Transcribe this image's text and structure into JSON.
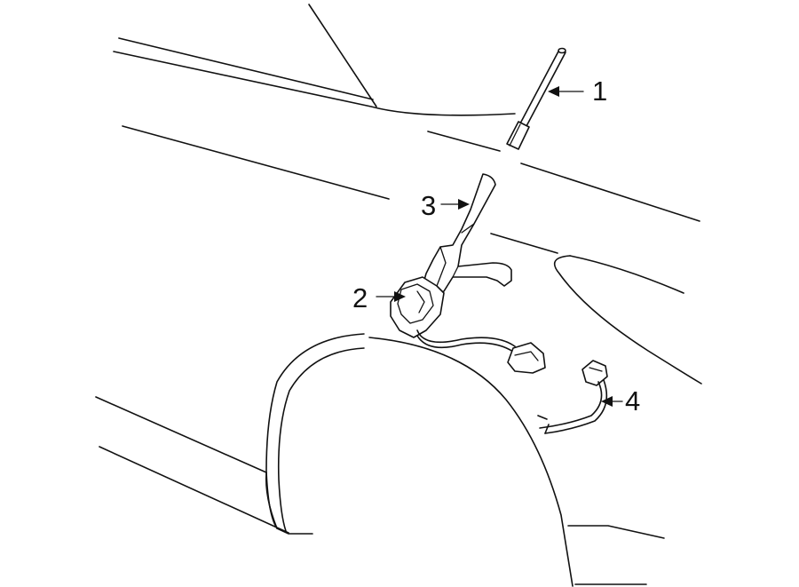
{
  "callouts": [
    {
      "id": "1",
      "label": "1",
      "part": "antenna-mast"
    },
    {
      "id": "2",
      "label": "2",
      "part": "antenna-base"
    },
    {
      "id": "3",
      "label": "3",
      "part": "antenna-bracket"
    },
    {
      "id": "4",
      "label": "4",
      "part": "antenna-cable"
    }
  ],
  "colors": {
    "line": "#111111",
    "background": "#ffffff"
  }
}
